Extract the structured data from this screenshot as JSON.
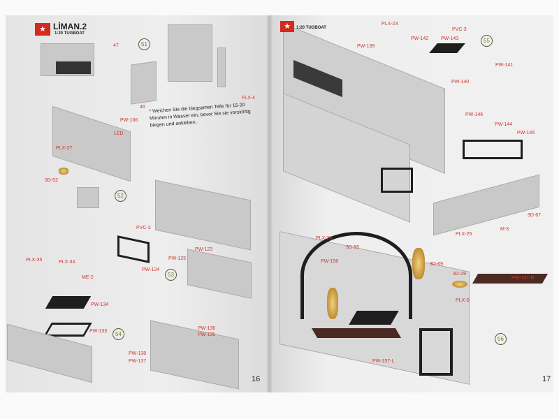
{
  "left_page": {
    "brand": "LİMAN.2",
    "subtitle": "1:20 TUGBOAT",
    "page_number": "16",
    "note": "* Weichen Sie die biegsamen Teile für 15-20 Minuten in Wasser ein, bevor Sie sie vorsichtig biegen und ankleben.",
    "steps": [
      "51",
      "52",
      "53",
      "54"
    ],
    "labels": [
      "47",
      "46",
      "FLX-4",
      "PW-106",
      "LED",
      "PLX-27",
      "3D-52",
      "PVC-3",
      "PW-123",
      "PW-125",
      "PW-124",
      "PLX-35",
      "PLX-34",
      "ME-2",
      "PW-134",
      "PW-133",
      "PW-136",
      "PW-135",
      "PW-138",
      "PW-137"
    ]
  },
  "right_page": {
    "subtitle": "1:20 TUGBOAT",
    "page_number": "17",
    "steps": [
      "55",
      "56"
    ],
    "labels": [
      "PLX-23",
      "PVC-3",
      "PW-142",
      "PW-143",
      "PW-139",
      "PW-141",
      "PW-140",
      "PW-146",
      "PW-144",
      "PW-145",
      "3D-67",
      "M-3",
      "PLX-25",
      "PLX-28",
      "3D-55",
      "PW-156",
      "3D-69",
      "3D-29",
      "PW-157-R",
      "PLX-5",
      "PW-157-L"
    ]
  }
}
